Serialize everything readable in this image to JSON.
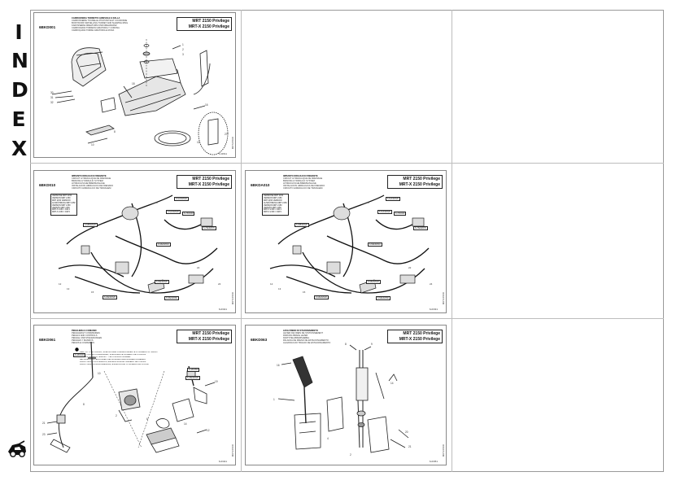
{
  "index_letters": [
    "I",
    "N",
    "D",
    "E",
    "X"
  ],
  "sheets": [
    {
      "code": "6BKD001",
      "description": [
        "CARROZZERIA TORRETTA GIREVOLE E RALLA",
        "CARROSSERIE TOURELLE PIVOTANTE ET COURONNE",
        "BODYWORK SWIVELLING TURRET AND SLEWING RING",
        "KAROSSERIE DREHTURM UND DREHKRANZ",
        "CARROCERIA TORRETA GIRATORIA Y CORONA",
        "CARROÇARIA TORRE GIRATÓRIA E RODA"
      ],
      "model_line1": "MRT 2150 Privilege",
      "model_line2": "MRT-X 2150 Privilege",
      "page_number": "6-0/011",
      "side_code": "MRT2150D"
    },
    {
      "code": "6BKD010",
      "description": [
        "IMPIANTO IDRAULICO FRENANTE",
        "CIRCUIT HYDRAULIQUE DE FREINAGE",
        "BRAKING HYDRAULIC SYSTEM",
        "HYDRAULISCHE BREMSANLAGE",
        "INSTALACION HIDRAULICA DE FRENADO",
        "CIRCUITO HIDRÁULICO DE TRAVAGEM"
      ],
      "model_line1": "MRT 2150 Privilege",
      "model_line2": "MRT-X 2150 Privilege",
      "page_number": "6-0/021",
      "side_code": "MRT2150D",
      "note_lines": [
        "VERSIONE MRT 2150",
        "VERSION MRT 2150",
        "MRT 2150 VERSION",
        "AUSFÜHRUNG MRT 2150",
        "VERSION MRT 2150",
        "VERSÃO MRT 2150",
        "MRT-X 2150 = DM 4",
        "MRT-X 2150 = DM 5"
      ],
      "tags": [
        "6-5/A/D/020",
        "6-5/A/D/020",
        "6-5/B/D/020",
        "6-7/E/D/070",
        "6-5/E/D/010",
        "6-5/E/D/020",
        "6-5/E/D/060",
        "6-6/E/D/020",
        "6-7/D/040"
      ]
    },
    {
      "code": "6BKDA010",
      "description": [
        "IMPIANTO IDRAULICO FRENANTE",
        "CIRCUIT HYDRAULIQUE DE FREINAGE",
        "BRAKING HYDRAULIC SYSTEM",
        "HYDRAULISCHE BREMSANLAGE",
        "INSTALACION HIDRAULICA DE FRENADO",
        "CIRCUITO HIDRÁULICO DE TRAVAGEM"
      ],
      "model_line1": "MRT 2150 Privilege",
      "model_line2": "MRT-X 2150 Privilege",
      "page_number": "6-0/031",
      "side_code": "MRT2150D",
      "note_lines": [
        "VERSIONE MRT 2150",
        "VERSION MRT 2150",
        "MRT 2150 VERSION",
        "AUSFÜHRUNG MRT 2150",
        "VERSION MRT 2150",
        "VERSÃO MRT 2150",
        "MRT-X 2150 = DM 4",
        "MRT-X 2150 = DM 5"
      ],
      "tags": [
        "6-5/A/D/020",
        "6-5/A/D/020",
        "6-5/B/D/020",
        "6-7/E/D/070",
        "6-5/E/D/010",
        "6-5/E/D/020",
        "6-5/E/D/060",
        "6-6/E/D/020",
        "6-7/D/040"
      ]
    },
    {
      "code": "6BKD061",
      "description": [
        "PEDALIERA E COMANDI",
        "PEDALIER ET COMMANDES",
        "PEDALS AND CONTROLS",
        "PEDALE UND STEUERUNGEN",
        "PEDALES Y MANDOS",
        "PEDAIS E COMANDOS"
      ],
      "model_line1": "MRT 2150 Privilege",
      "model_line2": "MRT-X 2150 Privilege",
      "page_number": "6-0/041",
      "side_code": "MRT2150D",
      "warning_lines": [
        "PER TUTTI GLI ORDINI, SPECIFICARE CORRENTAMENTE IL NUMERO DI TELAIO",
        "POUR TOUTES COMMANDES, SPECIFIER LE NUMERO DE CHASSIS",
        "FOR ALL ORDERS, SPECIFY THE CHASSIS NUMBER",
        "BEI ALLEN BESTELLUNGEN DIE FAHRGESTELLNUMMER ANGEBEN",
        "PARA TODOS LOS PEDIDOS, ESPECIFICAR EL NUMERO DE CHASIS",
        "PARA TODAS AS ENCOMENDAS, ESPECIFICAR O NÚMERO DE CHASSI"
      ],
      "tags": [
        "6-4/D/040",
        "6-4/D/050",
        "6-3/E/D/020"
      ]
    },
    {
      "code": "6BKD063",
      "description": [
        "LEVA FRENO DI STAZIONAMENTO",
        "LEVIER DE FREIN DE STATIONNEMENT",
        "PARKING BRAKE LEVER",
        "FESTSTELLBREMSHEBEL",
        "PALANCA DE FRENO DE ESTACIONAMIENTO",
        "ALAVANCA DO TRAVÃO DE ESTACIONAMENTO"
      ],
      "model_line1": "MRT 2150 Privilege",
      "model_line2": "MRT-X 2150 Privilege",
      "page_number": "6-0/051",
      "side_code": "MRT2150D"
    }
  ]
}
